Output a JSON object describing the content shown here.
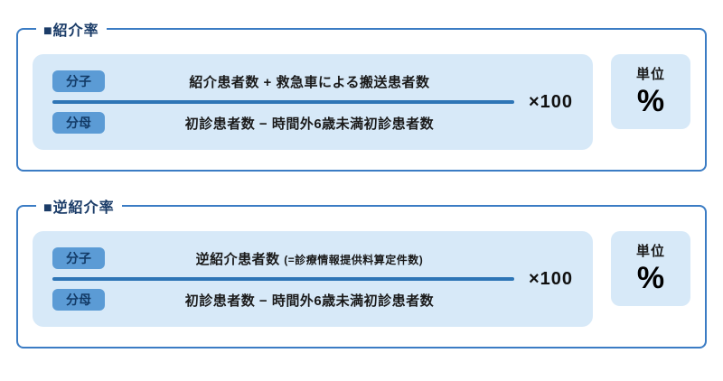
{
  "colors": {
    "panel_border": "#3b7cc4",
    "box_fill": "#d7e9f8",
    "fraction_bar": "#2e75b6",
    "badge_fill": "#5b9bd5",
    "badge_text": "#123a66",
    "title_text": "#1b3c68"
  },
  "panels": [
    {
      "title": "■紹介率",
      "numerator_label": "分子",
      "numerator_text": "紹介患者数 + 救急車による搬送患者数",
      "numerator_note": "",
      "denominator_label": "分母",
      "denominator_text": "初診患者数 − 時間外6歳未満初診患者数",
      "multiplier": "×100",
      "unit_label": "単位",
      "unit_value": "%"
    },
    {
      "title": "■逆紹介率",
      "numerator_label": "分子",
      "numerator_text": "逆紹介患者数",
      "numerator_note": "(=診療情報提供料算定件数)",
      "denominator_label": "分母",
      "denominator_text": "初診患者数 − 時間外6歳未満初診患者数",
      "multiplier": "×100",
      "unit_label": "単位",
      "unit_value": "%"
    }
  ]
}
